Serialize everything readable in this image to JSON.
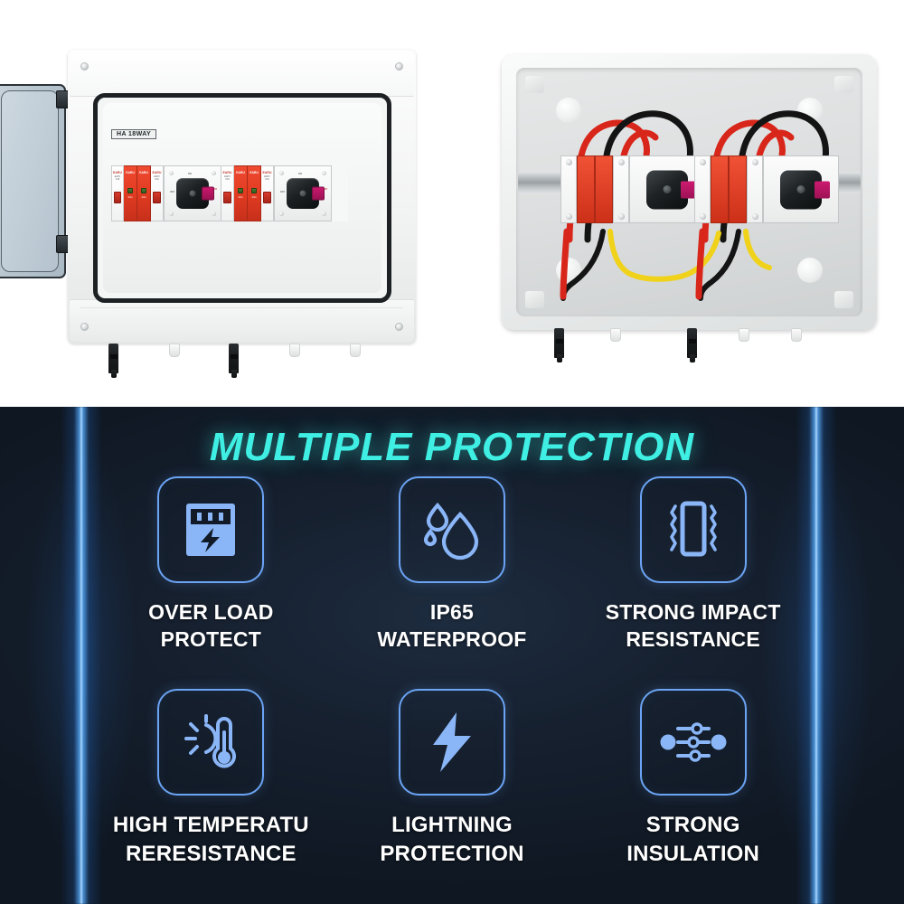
{
  "product": {
    "left_unit": {
      "name": "solar-dc-combiner-box-closed",
      "model_label": "HA 18WAY",
      "brand_on_devices": "EARU",
      "door_state": "open",
      "devices": [
        {
          "type": "mcb",
          "brand": "EARU",
          "spec": "EAPV-16G\\nC16/2 DC"
        },
        {
          "type": "spd",
          "brand": "EARU",
          "spec": "EAPV-40G"
        },
        {
          "type": "spd",
          "brand": "EARU",
          "spec": "EAPV-40G"
        },
        {
          "type": "mcb",
          "brand": "EARU",
          "spec": "EAPV-16G\\nC16/2 DC"
        },
        {
          "type": "isolator",
          "brand": "EARU",
          "spec": "EAISO-32"
        },
        {
          "type": "mcb",
          "brand": "EARU",
          "spec": "EAPV-16G\\nC16/2 DC"
        },
        {
          "type": "spd",
          "brand": "EARU",
          "spec": "EAPV-40G"
        },
        {
          "type": "spd",
          "brand": "EARU",
          "spec": "EAPV-40G"
        },
        {
          "type": "mcb",
          "brand": "EARU",
          "spec": "EAPV-16G\\nC16/2 DC"
        },
        {
          "type": "isolator",
          "brand": "EARU",
          "spec": "EAISO-32"
        }
      ],
      "bottom_ports": [
        "mc4-connector",
        "cable-gland",
        "mc4-connector",
        "cable-gland",
        "cable-gland"
      ]
    },
    "right_unit": {
      "name": "solar-dc-combiner-box-open-wired",
      "brand_on_devices": "EARU",
      "wire_colors": {
        "positive": "#e03020",
        "negative": "#141414",
        "earth": "#f2d41a"
      },
      "din_rail": true,
      "terminal_block_colors": [
        "#f5c218",
        "#e05a1a",
        "#cc2018",
        "#1e9a3a"
      ]
    }
  },
  "features": {
    "title": "MULTIPLE PROTECTION",
    "title_color": "#3FEFE3",
    "icon_color": "#6BA4F5",
    "label_color": "#FFFFFF",
    "items": [
      {
        "icon": "electric-meter-overload-icon",
        "line1": "OVER LOAD",
        "line2": "PROTECT"
      },
      {
        "icon": "water-drops-icon",
        "line1": "IP65",
        "line2": "WATERPROOF"
      },
      {
        "icon": "impact-vibration-icon",
        "line1": "STRONG IMPACT",
        "line2": "RESISTANCE"
      },
      {
        "icon": "sun-thermometer-icon",
        "line1": "HIGH TEMPERATU",
        "line2": "RERESISTANCE"
      },
      {
        "icon": "lightning-bolt-icon",
        "line1": "LIGHTNING",
        "line2": "PROTECTION"
      },
      {
        "icon": "insulation-sliders-icon",
        "line1": "STRONG",
        "line2": "INSULATION"
      }
    ]
  }
}
